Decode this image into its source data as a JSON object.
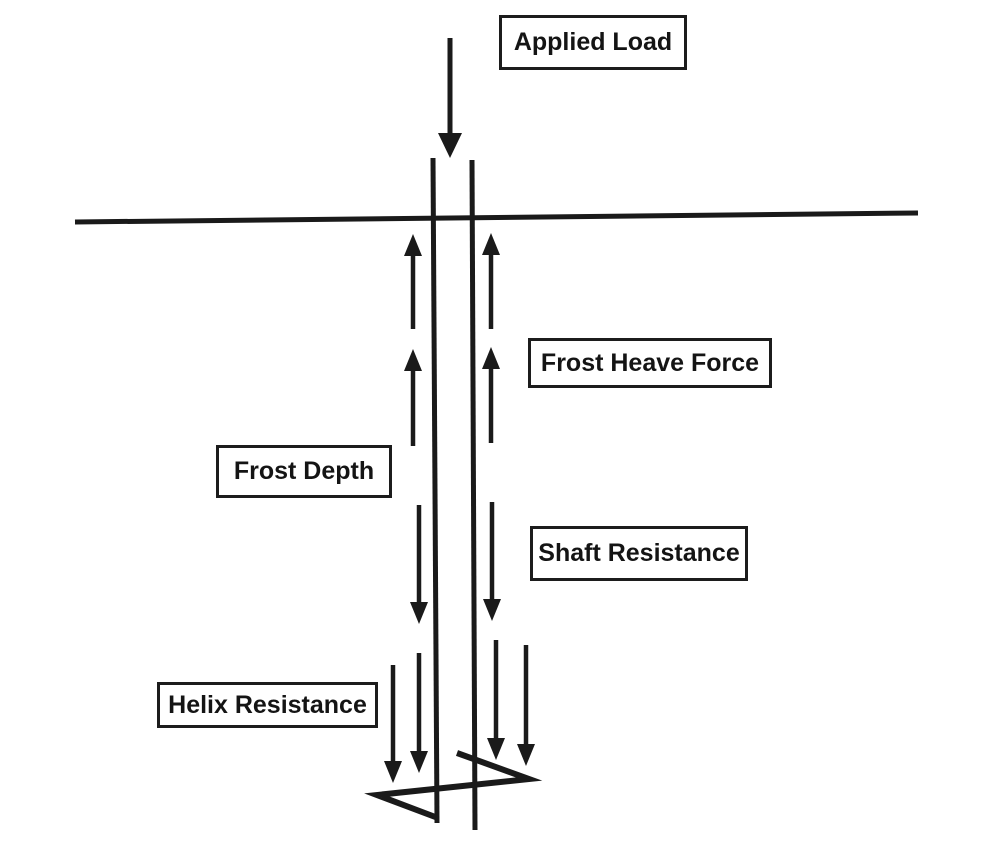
{
  "diagram": {
    "background_color": "#ffffff",
    "ink_color": "#1a1a1a",
    "labels": {
      "applied_load": "Applied Load",
      "frost_heave_force": "Frost Heave Force",
      "frost_depth": "Frost Depth",
      "shaft_resistance": "Shaft Resistance",
      "helix_resistance": "Helix Resistance"
    }
  }
}
